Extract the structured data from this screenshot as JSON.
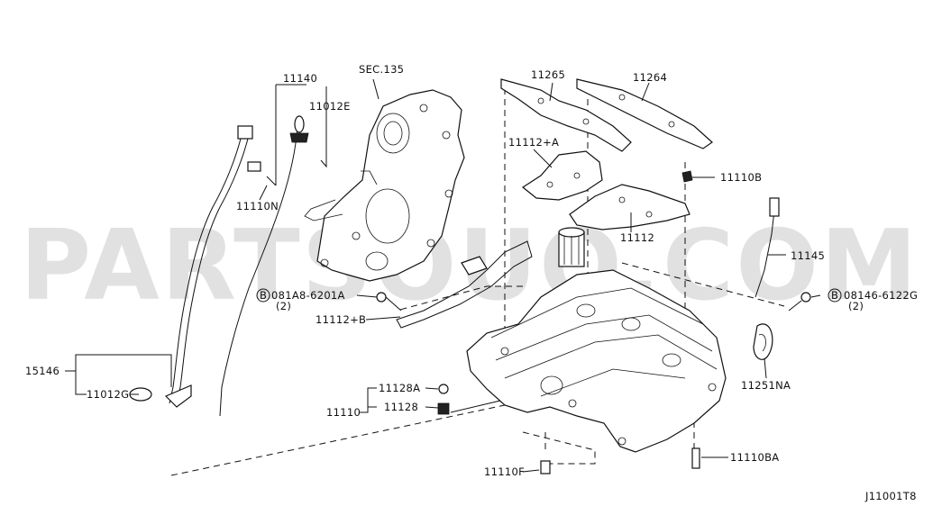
{
  "watermark": "PARTSOUQ.COM",
  "diagram_id": "J11001T8",
  "labels": {
    "p11140": "11140",
    "p11012E": "11012E",
    "sec135": "SEC.135",
    "p11265": "11265",
    "p11264": "11264",
    "p11112A": "11112+A",
    "p11110B": "11110B",
    "p11110N": "11110N",
    "p11112": "11112",
    "p11145": "11145",
    "bolt1_code": "081A8-6201A",
    "bolt1_qty": "(2)",
    "bolt2_code": "08146-6122G",
    "bolt2_qty": "(2)",
    "circle_b": "B",
    "p11112B": "11112+B",
    "p15146": "15146",
    "p11012G": "11012G",
    "p11128A": "11128A",
    "p11128": "11128",
    "p11110": "11110",
    "p11251NA": "11251NA",
    "p11110F": "11110F",
    "p11110BA": "11110BA"
  }
}
